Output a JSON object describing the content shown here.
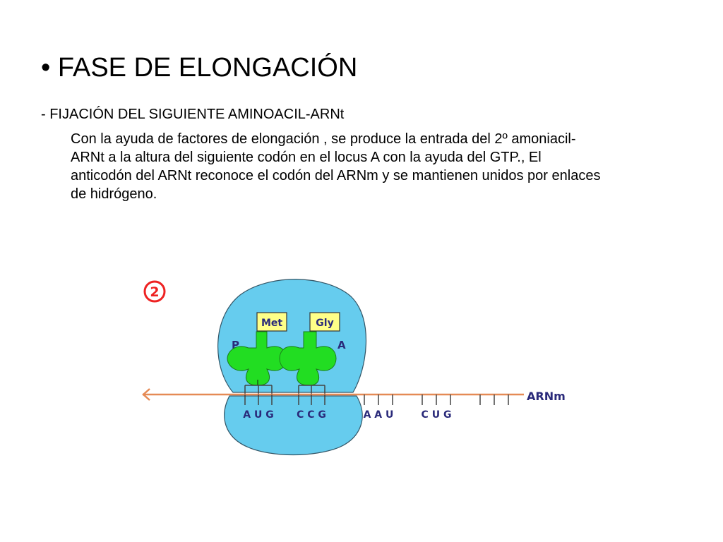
{
  "slide": {
    "title": "• FASE DE ELONGACIÓN",
    "subtitle": "- FIJACIÓN DEL SIGUIENTE AMINOACIL-ARNt",
    "body_lines": [
      "Con la ayuda de factores de elongación , se produce la entrada del 2º amoniacil-",
      "ARNt a la altura del siguiente codón en el locus A con la ayuda del GTP., El",
      "anticodón del ARNt reconoce el codón del ARNm  y se mantienen unidos por enlaces",
      "de hidrógeno."
    ]
  },
  "diagram": {
    "step_number": "2",
    "site_p_label": "P",
    "site_a_label": "A",
    "amino_acids": [
      "Met",
      "Gly"
    ],
    "mrna_label": "ARNm",
    "codons": [
      "A U G",
      "C C G",
      "A A U",
      "C U G"
    ],
    "colors": {
      "ribosome": "#66ccee",
      "trna": "#22dd22",
      "amino_box": "#ffff88",
      "mrna": "#e58a55",
      "step_circle": "#ee2222",
      "label": "#2a2a7a"
    }
  }
}
